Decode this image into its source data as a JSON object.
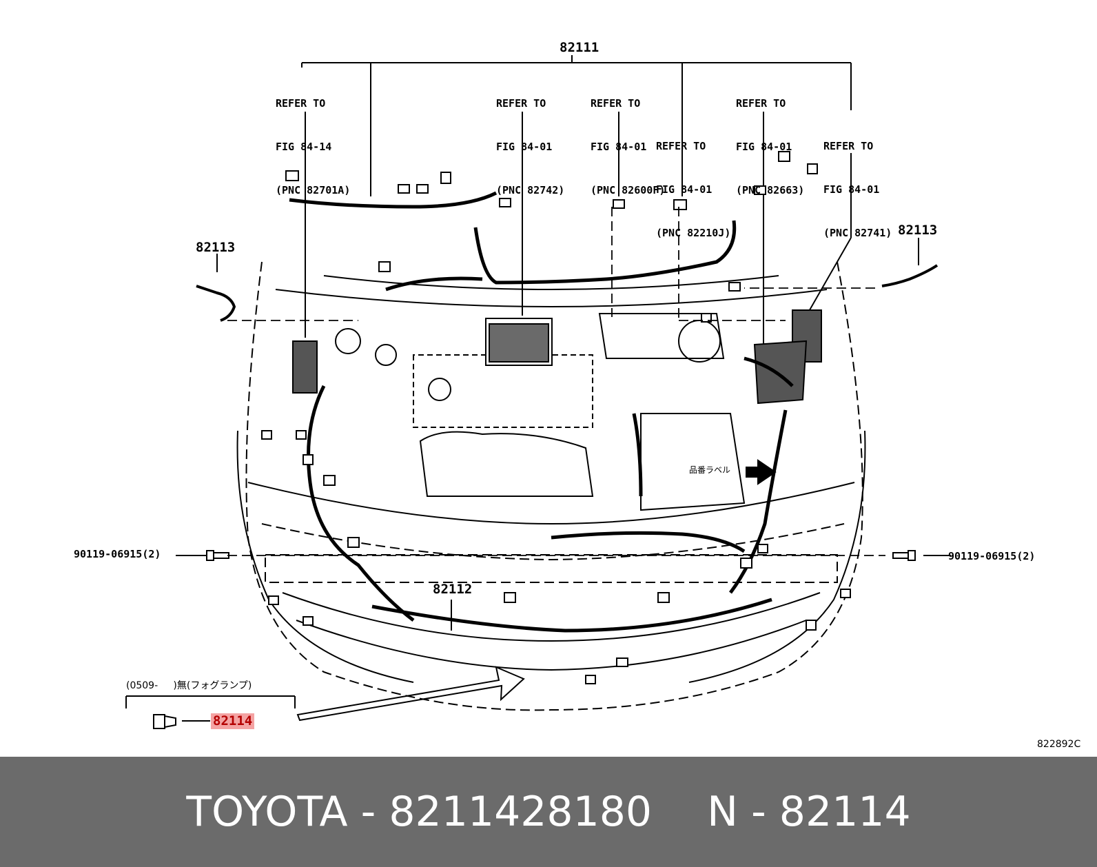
{
  "labels": {
    "main_harness": "82111",
    "harness_82112": "82112",
    "harness_left_82113": "82113",
    "harness_right_82113": "82113",
    "fog_part": "82114",
    "bolt_left": "90119-06915(2)",
    "bolt_right": "90119-06915(2)",
    "fog_condition": "(0509-     )無(フォグランプ)",
    "label_jp": "品番ラベル",
    "illustration_code": "822892C"
  },
  "refs": [
    {
      "line1": "REFER TO",
      "line2": "FIG 84-14",
      "line3": "(PNC 82701A)"
    },
    {
      "line1": "REFER TO",
      "line2": "FIG 84-01",
      "line3": "(PNC 82742)"
    },
    {
      "line1": "REFER TO",
      "line2": "FIG 84-01",
      "line3": "(PNC 82600F)"
    },
    {
      "line1": "REFER TO",
      "line2": "FIG 84-01",
      "line3": "(PNC 82210J)"
    },
    {
      "line1": "REFER TO",
      "line2": "FIG 84-01",
      "line3": "(PNC 82663)"
    },
    {
      "line1": "REFER TO",
      "line2": "FIG 84-01",
      "line3": "(PNC 82741)"
    }
  ],
  "footer": {
    "brand_part": "TOYOTA - 8211428180",
    "pnc": "N - 82114"
  },
  "colors": {
    "footer_bg": "#6b6b6b",
    "highlight_bg": "#f4a3a3",
    "highlight_text": "#b40000"
  }
}
